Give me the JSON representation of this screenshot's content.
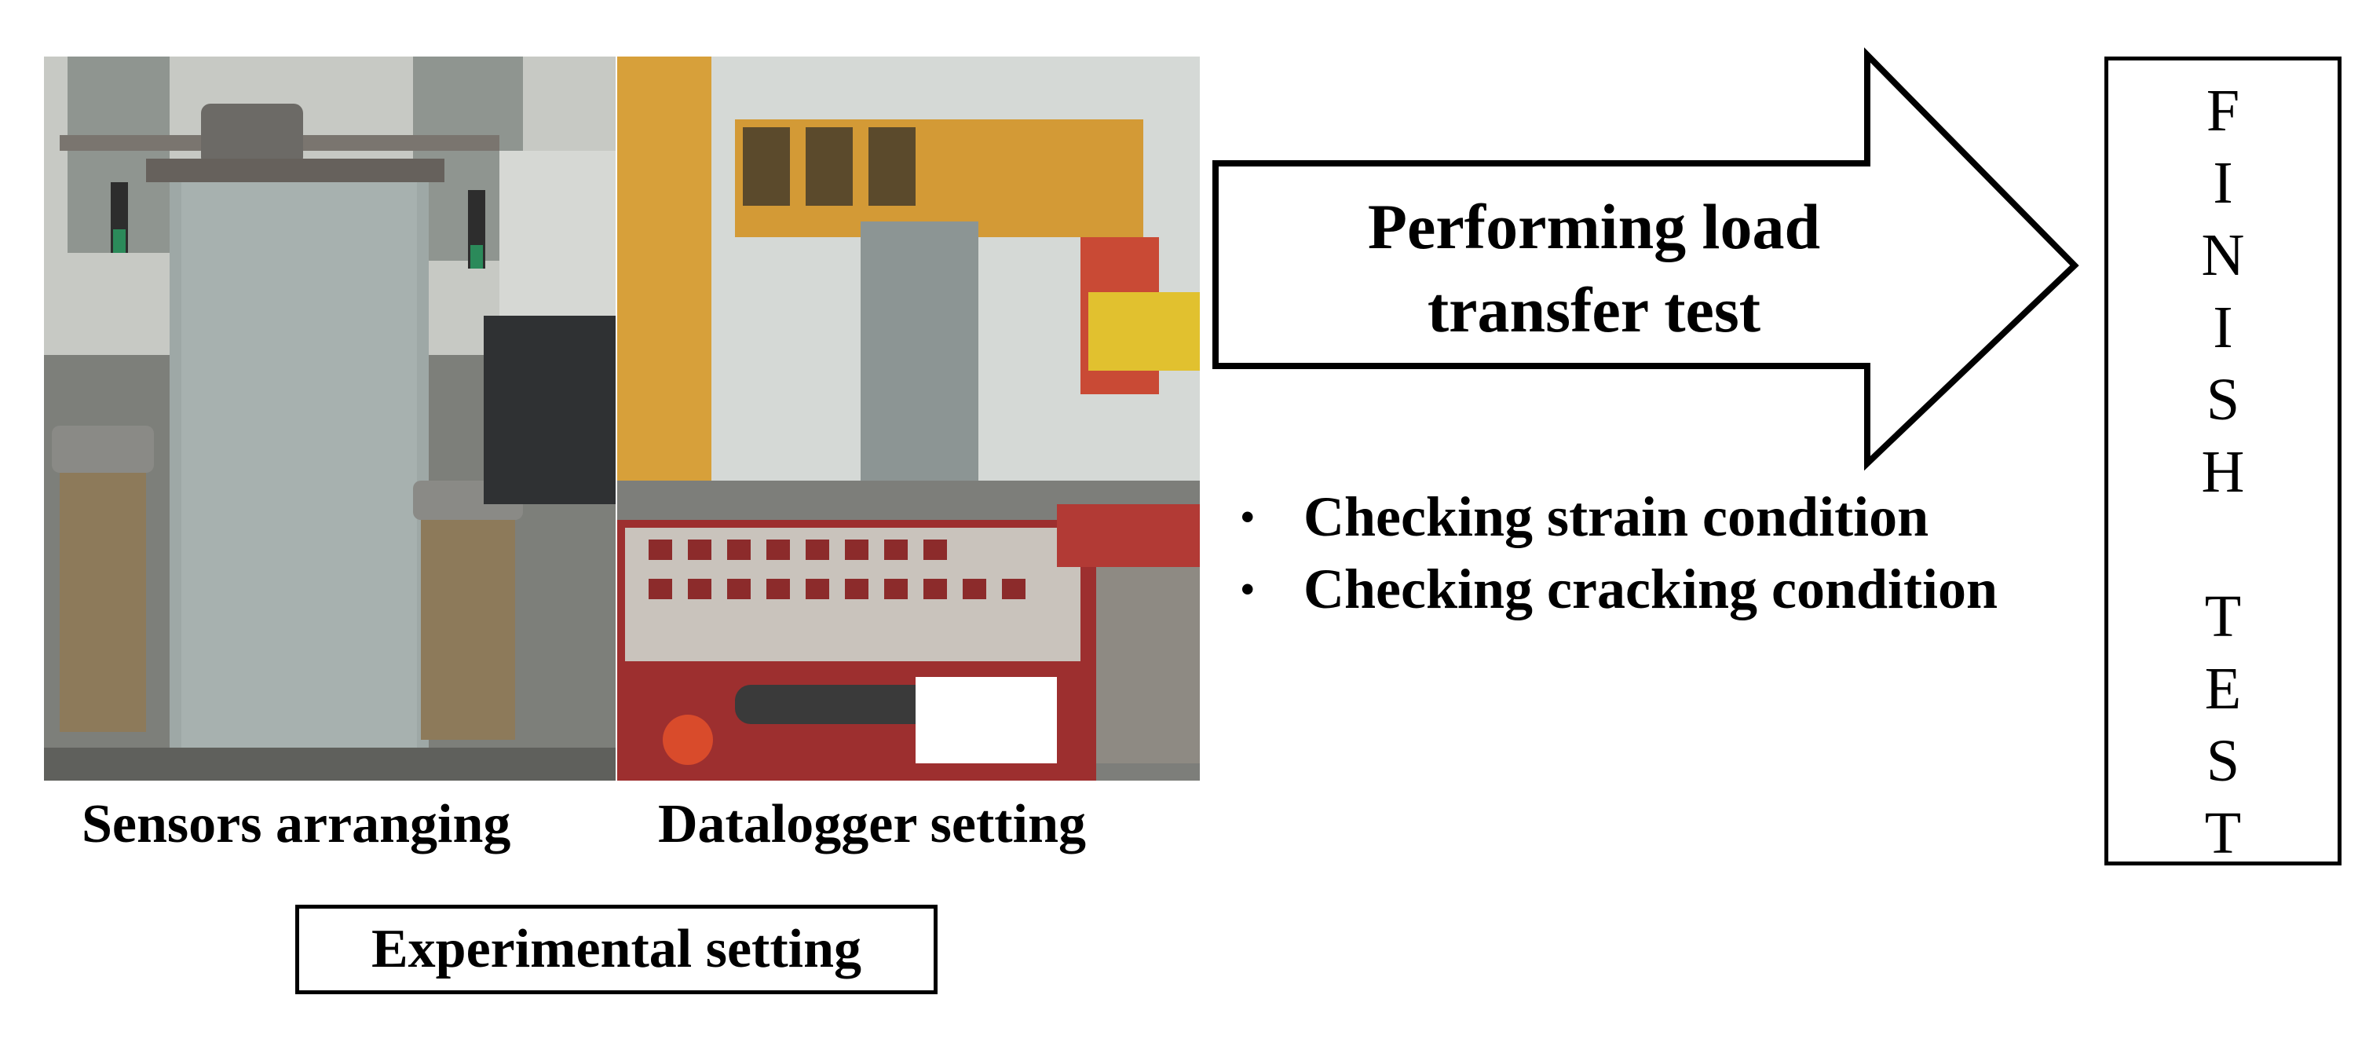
{
  "photos": [
    {
      "name": "sensors-arranging-photo"
    },
    {
      "name": "datalogger-setting-photo"
    }
  ],
  "captions": {
    "sensors": "Sensors arranging",
    "datalogger": "Datalogger setting"
  },
  "setting_box": "Experimental setting",
  "arrow": {
    "line1": "Performing load",
    "line2": "transfer test"
  },
  "checks": [
    "Checking strain condition",
    "Checking cracking condition"
  ],
  "finish": {
    "letters": [
      "F",
      "I",
      "N",
      "I",
      "S",
      "H",
      "",
      "T",
      "E",
      "S",
      "T"
    ]
  }
}
